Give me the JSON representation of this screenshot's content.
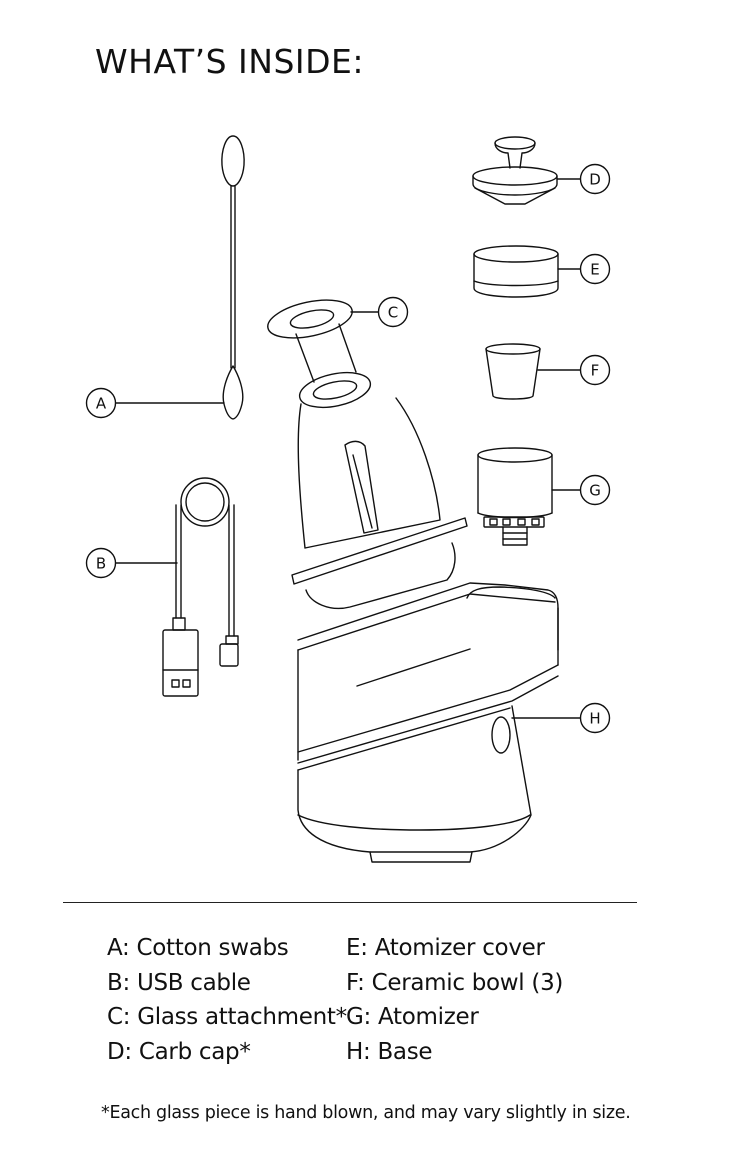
{
  "title": "WHAT’S INSIDE:",
  "callouts": [
    "A",
    "B",
    "C",
    "D",
    "E",
    "F",
    "G",
    "H"
  ],
  "legend": {
    "left": [
      "A: Cotton swabs",
      "B: USB cable",
      "C: Glass attachment*",
      "D: Carb cap*"
    ],
    "right": [
      "E: Atomizer cover",
      "F: Ceramic bowl (3)",
      "G: Atomizer",
      "H: Base"
    ]
  },
  "footnote": "*Each glass piece is hand blown, and may vary slightly in size.",
  "colors": {
    "line": "#111111",
    "background": "#ffffff"
  }
}
